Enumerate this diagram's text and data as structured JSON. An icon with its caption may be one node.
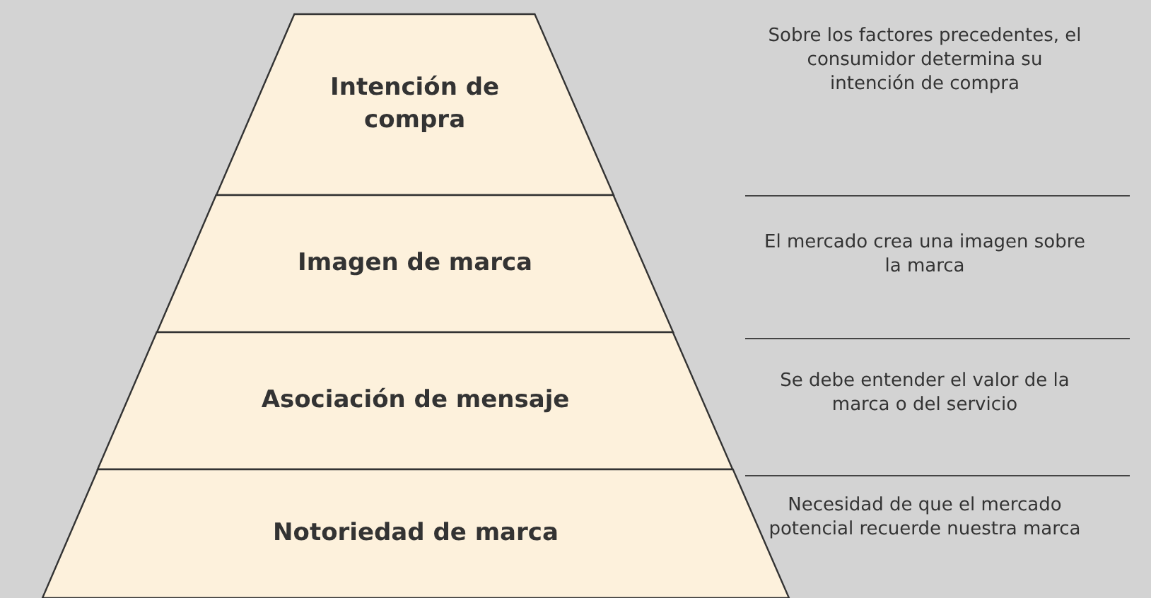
{
  "diagram": {
    "nodes": [
      {
        "text": [
          "Intención de compra"
        ]
      },
      {
        "text": [
          "Imagen de marca"
        ]
      },
      {
        "text": [
          "Asociación de mensaje"
        ]
      },
      {
        "text": [
          "Notoriedad de marca"
        ]
      }
    ],
    "labels": [
      "Sobre los factores precedentes, el consumidor determina su intención de compra",
      "El mercado crea una imagen sobre la marca",
      "Se debe entender el valor de la marca o del servicio",
      "Necesidad de que el mercado potencial recuerde nuestra marca"
    ]
  }
}
